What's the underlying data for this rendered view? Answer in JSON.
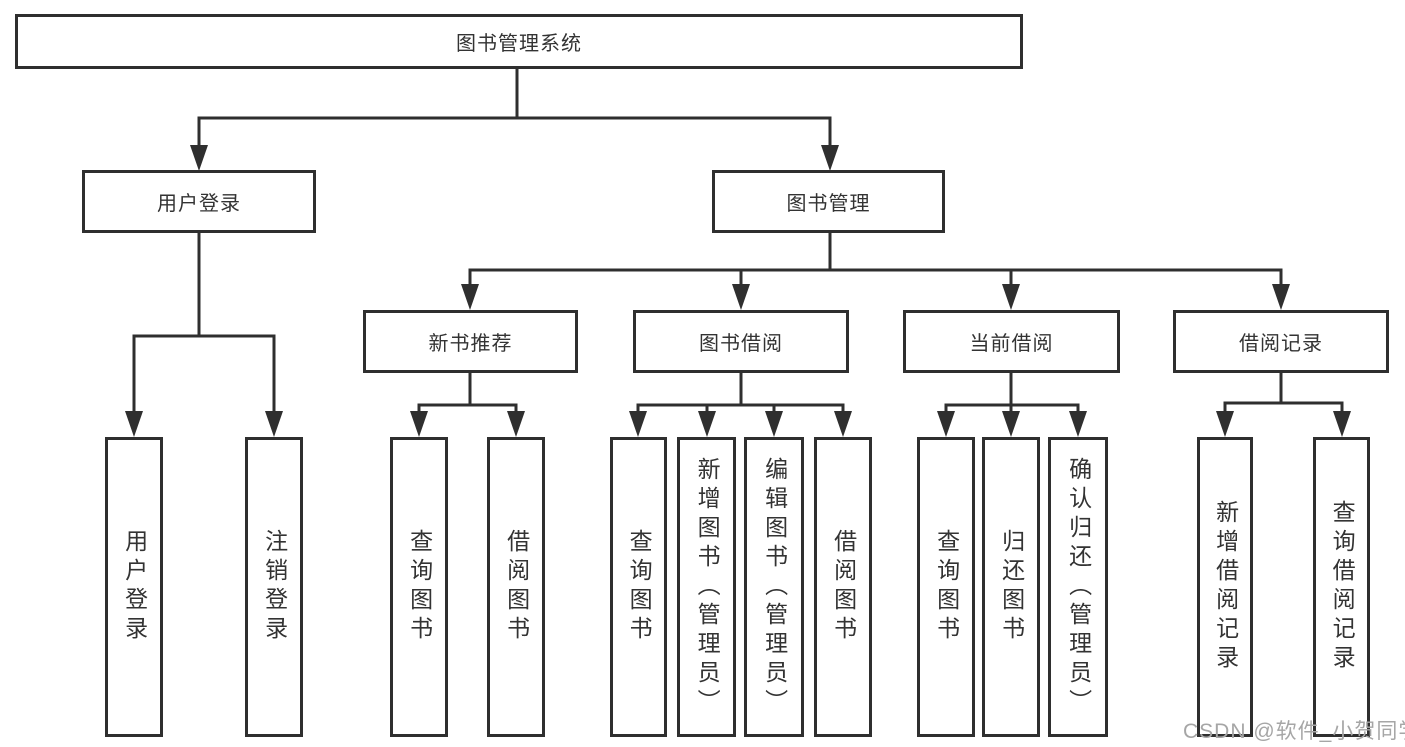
{
  "diagram": {
    "type": "tree",
    "root_label": "图书管理系统",
    "structure": {
      "图书管理系统": {
        "用户登录": [
          "用户登录",
          "注销登录"
        ],
        "图书管理": {
          "新书推荐": [
            "查询图书",
            "借阅图书"
          ],
          "图书借阅": [
            "查询图书",
            "新增图书（管理员）",
            "编辑图书（管理员）",
            "借阅图书"
          ],
          "当前借阅": [
            "查询图书",
            "归还图书",
            "确认归还（管理员）"
          ],
          "借阅记录": [
            "新增借阅记录",
            "查询借阅记录"
          ]
        }
      }
    }
  },
  "nodes": {
    "root": {
      "label": "图书管理系统"
    },
    "user_login": {
      "label": "用户登录"
    },
    "book_mgmt": {
      "label": "图书管理"
    },
    "new_book_rec": {
      "label": "新书推荐"
    },
    "book_borrow": {
      "label": "图书借阅"
    },
    "current_borrow": {
      "label": "当前借阅"
    },
    "borrow_records": {
      "label": "借阅记录"
    },
    "leaf_user_login": {
      "label": "用户登录"
    },
    "leaf_logout": {
      "label": "注销登录"
    },
    "leaf_nbr_query": {
      "label": "查询图书"
    },
    "leaf_nbr_borrow": {
      "label": "借阅图书"
    },
    "leaf_bb_query": {
      "label": "查询图书"
    },
    "leaf_bb_add": {
      "label": "新增图书（管理员）"
    },
    "leaf_bb_edit": {
      "label": "编辑图书（管理员）"
    },
    "leaf_bb_borrow": {
      "label": "借阅图书"
    },
    "leaf_cb_query": {
      "label": "查询图书"
    },
    "leaf_cb_return": {
      "label": "归还图书"
    },
    "leaf_cb_confirm": {
      "label": "确认归还（管理员）"
    },
    "leaf_br_add": {
      "label": "新增借阅记录"
    },
    "leaf_br_query": {
      "label": "查询借阅记录"
    }
  },
  "watermark": {
    "text": "CSDN @软件_小贺同学"
  },
  "colors": {
    "line": "#2f2f2f",
    "box_border": "#2f2f2f",
    "text": "#333333",
    "background": "#ffffff",
    "watermark": "#a6a6a6"
  }
}
